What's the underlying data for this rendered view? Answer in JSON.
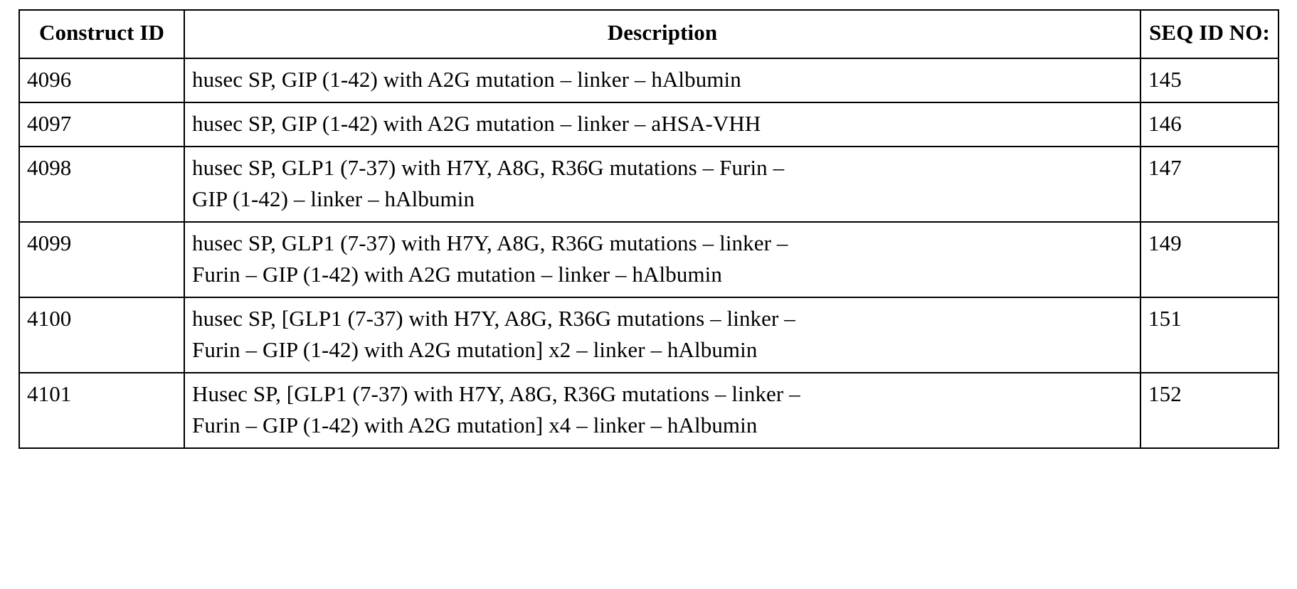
{
  "document": {
    "table_title": "",
    "border_color": "#000000",
    "text_color": "#000000",
    "background_color": "#ffffff"
  },
  "table": {
    "headers": {
      "construct_id": "Construct ID",
      "description": "Description",
      "seq_id_no": "SEQ ID NO:"
    },
    "rows": [
      {
        "construct_id": "4096",
        "description_lines": [
          "husec SP, GIP (1-42) with A2G mutation – linker – hAlbumin"
        ],
        "seq_id_no": "145"
      },
      {
        "construct_id": "4097",
        "description_lines": [
          "husec SP, GIP (1-42) with A2G mutation – linker – aHSA-VHH"
        ],
        "seq_id_no": "146"
      },
      {
        "construct_id": "4098",
        "description_lines": [
          "husec SP, GLP1 (7-37) with H7Y, A8G, R36G mutations – Furin –",
          "GIP (1-42) – linker – hAlbumin"
        ],
        "seq_id_no": "147"
      },
      {
        "construct_id": "4099",
        "description_lines": [
          "husec SP, GLP1 (7-37) with H7Y, A8G, R36G mutations – linker –",
          "Furin – GIP (1-42) with A2G mutation – linker – hAlbumin"
        ],
        "seq_id_no": "149"
      },
      {
        "construct_id": "4100",
        "description_lines": [
          "husec SP, [GLP1 (7-37) with H7Y, A8G, R36G mutations – linker –",
          "Furin – GIP (1-42) with A2G mutation] x2 – linker – hAlbumin"
        ],
        "seq_id_no": "151"
      },
      {
        "construct_id": "4101",
        "description_lines": [
          "Husec SP, [GLP1 (7-37) with H7Y, A8G, R36G mutations – linker –",
          "Furin – GIP (1-42) with A2G mutation] x4 – linker – hAlbumin"
        ],
        "seq_id_no": "152"
      }
    ]
  }
}
